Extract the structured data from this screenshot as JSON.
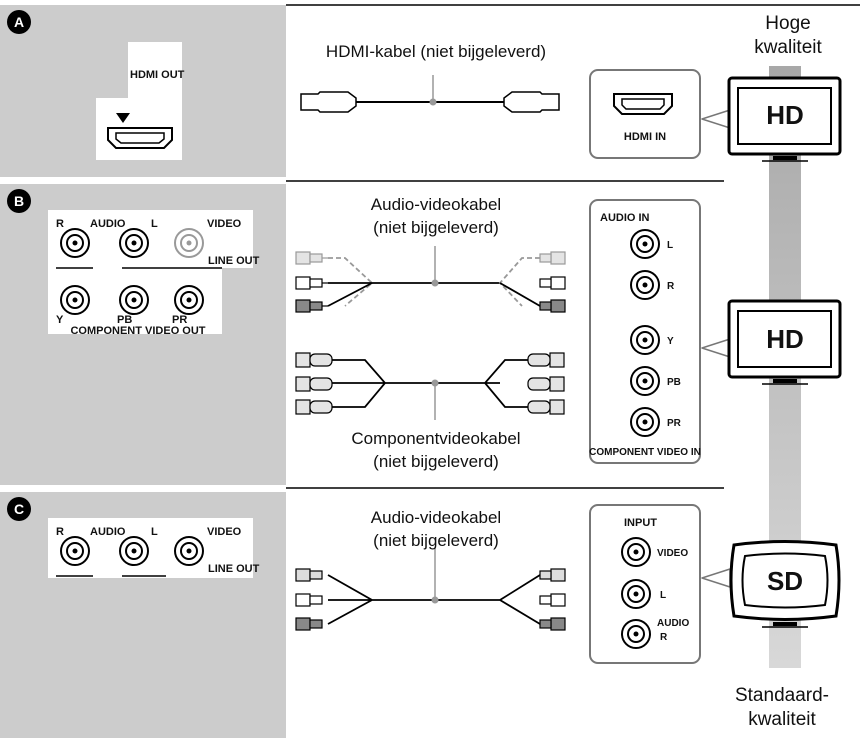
{
  "sections": [
    {
      "badge": "A"
    },
    {
      "badge": "B"
    },
    {
      "badge": "C"
    }
  ],
  "quality": {
    "high": "Hoge kwaliteit",
    "standard": "Standaard-kwaliteit"
  },
  "tvs": [
    {
      "label": "HD"
    },
    {
      "label": "HD"
    },
    {
      "label": "SD"
    }
  ],
  "player": {
    "hdmi_out": "HDMI OUT",
    "audio": "AUDIO",
    "r": "R",
    "l": "L",
    "video": "VIDEO",
    "line_out": "LINE OUT",
    "y": "Y",
    "pb": "PB",
    "pr": "PR",
    "component_video_out": "COMPONENT VIDEO OUT"
  },
  "cables": {
    "hdmi": "HDMI-kabel (niet bijgeleverd)",
    "av_b_1": "Audio-videokabel",
    "av_b_2": "(niet bijgeleverd)",
    "comp_1": "Componentvideokabel",
    "comp_2": "(niet bijgeleverd)",
    "av_c_1": "Audio-videokabel",
    "av_c_2": "(niet bijgeleverd)"
  },
  "tv_panels": {
    "hdmi_in": "HDMI IN",
    "audio_in": "AUDIO IN",
    "l": "L",
    "r": "R",
    "y": "Y",
    "pb": "PB",
    "pr": "PR",
    "component_video_in": "COMPONENT VIDEO IN",
    "input": "INPUT",
    "video": "VIDEO",
    "audio": "AUDIO"
  },
  "colors": {
    "panel_grey": "#cccccc",
    "bar_grey": "#aaaaaa",
    "line": "#000000"
  }
}
